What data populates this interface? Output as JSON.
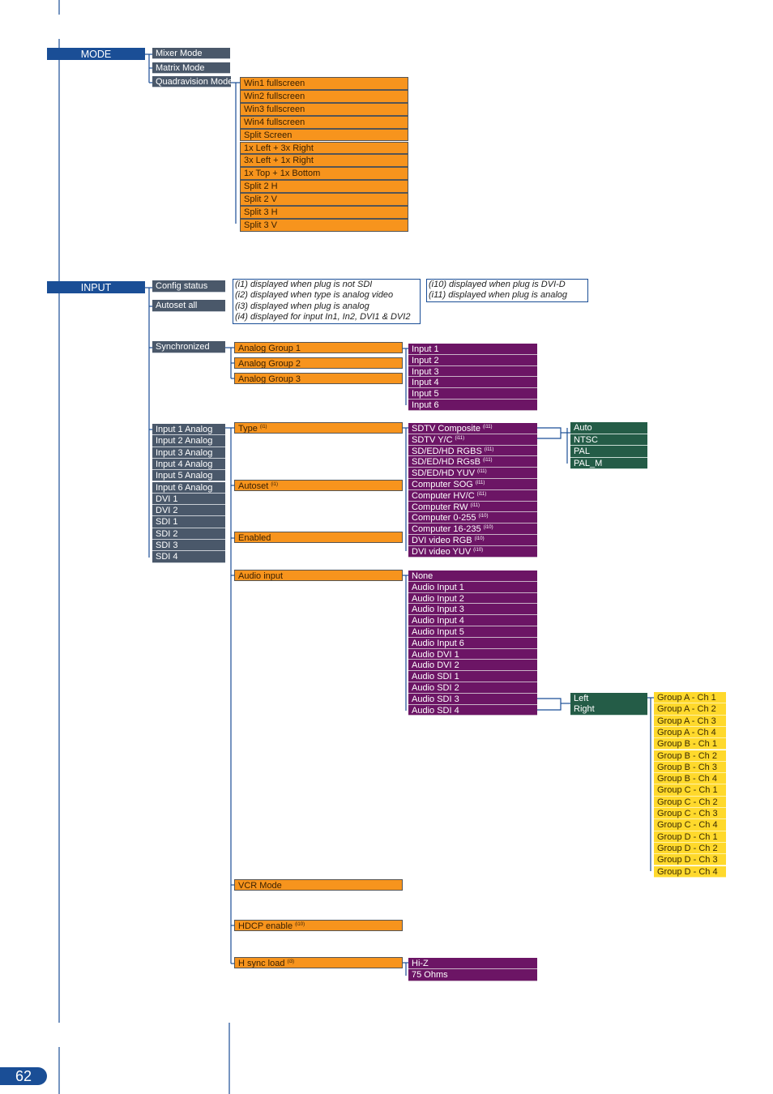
{
  "page_number": "62",
  "mode": {
    "label": "MODE",
    "items": [
      "Mixer Mode",
      "Matrix Mode",
      "Quadravision Mode"
    ],
    "quadravision_options": [
      "Win1 fullscreen",
      "Win2 fullscreen",
      "Win3 fullscreen",
      "Win4 fullscreen",
      "Split Screen",
      "1x Left + 3x Right",
      "3x Left + 1x Right",
      "1x Top + 1x Bottom",
      "Split 2 H",
      "Split 2 V",
      "Split 3 H",
      "Split 3 V"
    ]
  },
  "input": {
    "label": "INPUT",
    "config_status": "Config status",
    "autoset_all": "Autoset all",
    "notes_1": [
      "(i1) displayed when plug is not SDI",
      "(i2) displayed when type is analog video",
      "(i3) displayed when plug is analog",
      "(i4) displayed for input In1, In2, DVI1 & DVI2"
    ],
    "notes_2": [
      "(i10) displayed when plug is DVI-D",
      "(i11) displayed when plug is analog"
    ],
    "synchronized": "Synchronized",
    "analog_groups": [
      "Analog Group 1",
      "Analog Group 2",
      "Analog Group 3"
    ],
    "sync_inputs": [
      "Input 1",
      "Input 2",
      "Input 3",
      "Input 4",
      "Input 5",
      "Input 6"
    ],
    "plugs": [
      "Input 1 Analog",
      "Input 2 Analog",
      "Input 3 Analog",
      "Input 4 Analog",
      "Input 5 Analog",
      "Input 6 Analog",
      "DVI 1",
      "DVI 2",
      "SDI 1",
      "SDI 2",
      "SDI 3",
      "SDI 4"
    ],
    "settings": {
      "type": {
        "label": "Type",
        "sup": "(i1)"
      },
      "autoset": {
        "label": "Autoset",
        "sup": "(i1)"
      },
      "enabled": {
        "label": "Enabled"
      },
      "audio_input": {
        "label": "Audio input"
      },
      "vcr_mode": {
        "label": "VCR Mode"
      },
      "hdcp_enable": {
        "label": "HDCP enable",
        "sup": "(i10)"
      },
      "h_sync_load": {
        "label": "H sync load",
        "sup": "(i3)"
      }
    },
    "type_options": [
      {
        "label": "SDTV Composite",
        "sup": "(i11)"
      },
      {
        "label": "SDTV Y/C",
        "sup": "(i11)"
      },
      {
        "label": "SD/ED/HD RGBS",
        "sup": "(i11)"
      },
      {
        "label": "SD/ED/HD RGsB",
        "sup": "(i11)"
      },
      {
        "label": "SD/ED/HD YUV",
        "sup": "(i11)"
      },
      {
        "label": "Computer SOG",
        "sup": "(i11)"
      },
      {
        "label": "Computer HV/C",
        "sup": "(i11)"
      },
      {
        "label": "Computer RW",
        "sup": "(i11)"
      },
      {
        "label": "Computer 0-255",
        "sup": "(i10)"
      },
      {
        "label": "Computer 16-235",
        "sup": "(i10)"
      },
      {
        "label": "DVI video RGB",
        "sup": "(i10)"
      },
      {
        "label": "DVI video YUV",
        "sup": "(i10)"
      }
    ],
    "video_standards": [
      "Auto",
      "NTSC",
      "PAL",
      "PAL_M"
    ],
    "audio_options": [
      "None",
      "Audio Input 1",
      "Audio Input 2",
      "Audio Input 3",
      "Audio Input 4",
      "Audio Input 5",
      "Audio Input 6",
      "Audio DVI 1",
      "Audio DVI 2",
      "Audio SDI 1",
      "Audio SDI 2",
      "Audio SDI 3",
      "Audio SDI 4"
    ],
    "audio_channels": [
      "Left",
      "Right"
    ],
    "sdi_groups": [
      "Group A - Ch 1",
      "Group A - Ch 2",
      "Group A - Ch 3",
      "Group A - Ch 4",
      "Group B - Ch 1",
      "Group B - Ch 2",
      "Group B - Ch 3",
      "Group B - Ch 4",
      "Group C - Ch 1",
      "Group C - Ch 2",
      "Group C - Ch 3",
      "Group C - Ch 4",
      "Group D - Ch 1",
      "Group D - Ch 2",
      "Group D - Ch 3",
      "Group D - Ch 4"
    ],
    "h_sync_options": [
      "Hi-Z",
      "75 Ohms"
    ]
  },
  "colors": {
    "blue": "#1a4e96",
    "gray": "#4a586a",
    "orange": "#f7941d",
    "purple": "#6c1565",
    "green": "#245c47",
    "yellow": "#ffd92c"
  }
}
